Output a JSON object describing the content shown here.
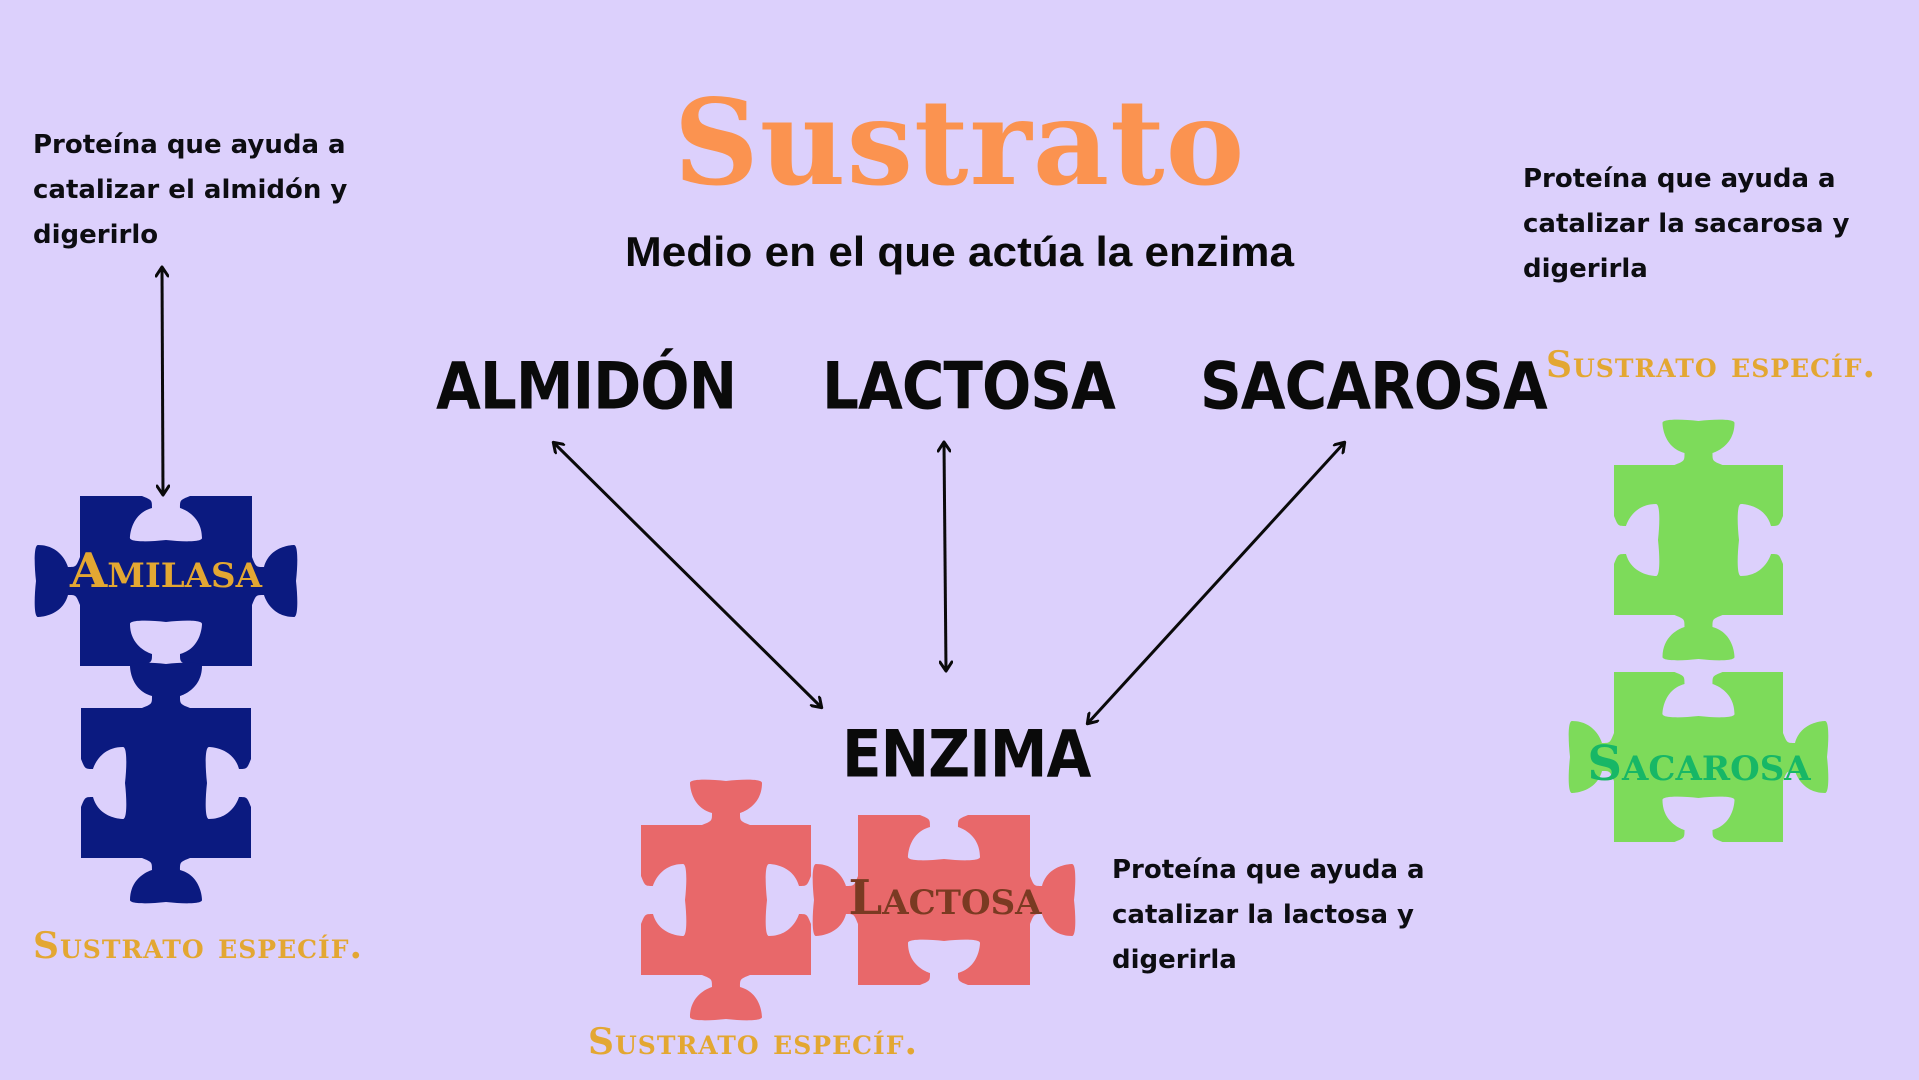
{
  "header": {
    "title": "Sustrato",
    "subtitle": "Medio en el que actúa la enzima"
  },
  "substrates": [
    {
      "label": "ALMIDÓN"
    },
    {
      "label": "LACTOSA"
    },
    {
      "label": "SACAROSA"
    }
  ],
  "center": {
    "label": "ENZIMA"
  },
  "enzymes": {
    "amilasa": {
      "description_lines": [
        "Proteína que ayuda a",
        "catalizar el almidón y",
        "digerirlo"
      ],
      "piece_label": "Amilasa",
      "specific_label": "Sustrato específ.",
      "piece_color": "#0b1a80",
      "label_color": "#e3a732"
    },
    "lactasa": {
      "description_lines": [
        "Proteína que ayuda a",
        "catalizar la lactosa y",
        "digerirla"
      ],
      "piece_label": "Lactosa",
      "specific_label": "Sustrato específ.",
      "piece_color": "#e8686a",
      "label_color": "#7a3a22"
    },
    "sacarasa": {
      "description_lines": [
        "Proteína que ayuda a",
        "catalizar la sacarosa y",
        "digerirla"
      ],
      "piece_label": "Sacarosa",
      "specific_label": "Sustrato específ.",
      "piece_color": "#7ddb5a",
      "label_color": "#17b766"
    }
  },
  "colors": {
    "background": "#dcd0fc",
    "title": "#fb9350",
    "text": "#0a0a0a",
    "accent_label": "#e3a732"
  }
}
